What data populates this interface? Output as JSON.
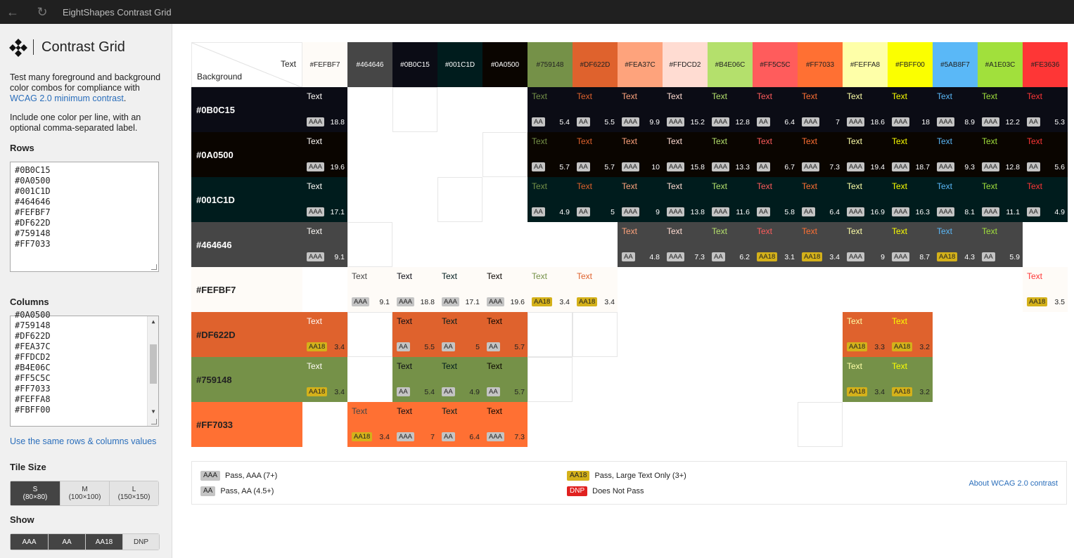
{
  "window": {
    "title": "EightShapes Contrast Grid",
    "back_icon": "←",
    "refresh_icon": "↻"
  },
  "sidebar": {
    "app_title": "Contrast Grid",
    "intro_pre": "Test many foreground and background color combos for compliance with ",
    "intro_link": "WCAG 2.0 minimum contrast",
    "intro_post": ".",
    "intro2": "Include one color per line, with an optional comma-separated label.",
    "rows_label": "Rows",
    "rows_values": [
      "#0B0C15",
      "#0A0500",
      "#001C1D",
      "#464646",
      "#FEFBF7",
      "#DF622D",
      "#759148",
      "#FF7033"
    ],
    "columns_label": "Columns",
    "columns_values": [
      "#0A0500",
      "#759148",
      "#DF622D",
      "#FEA37C",
      "#FFDCD2",
      "#B4E06C",
      "#FF5C5C",
      "#FF7033",
      "#FEFFA8",
      "#FBFF00"
    ],
    "same_values_link": "Use the same rows & columns values",
    "tile_size_label": "Tile Size",
    "tile_sizes": [
      {
        "label": "S",
        "sub": "(80×80)",
        "active": true
      },
      {
        "label": "M",
        "sub": "(100×100)",
        "active": false
      },
      {
        "label": "L",
        "sub": "(150×150)",
        "active": false
      }
    ],
    "show_label": "Show",
    "show_options": [
      {
        "label": "AAA",
        "active": true
      },
      {
        "label": "AA",
        "active": true
      },
      {
        "label": "AA18",
        "active": true
      },
      {
        "label": "DNP",
        "active": false
      }
    ]
  },
  "grid": {
    "corner_text": "Text",
    "corner_background": "Background",
    "tile_text": "Text",
    "columns": [
      "#FEFBF7",
      "#464646",
      "#0B0C15",
      "#001C1D",
      "#0A0500",
      "#759148",
      "#DF622D",
      "#FEA37C",
      "#FFDCD2",
      "#B4E06C",
      "#FF5C5C",
      "#FF7033",
      "#FEFFA8",
      "#FBFF00",
      "#5AB8F7",
      "#A1E03C",
      "#FE3636"
    ],
    "column_text_colors": [
      "#222222",
      "#ffffff",
      "#ffffff",
      "#ffffff",
      "#ffffff",
      "#222222",
      "#222222",
      "#222222",
      "#222222",
      "#222222",
      "#222222",
      "#222222",
      "#222222",
      "#222222",
      "#222222",
      "#222222",
      "#222222"
    ],
    "rows": [
      {
        "label": "#0B0C15",
        "text_color": "#ffffff",
        "cells": [
          [
            "AAA",
            "18.8"
          ],
          null,
          null,
          null,
          null,
          [
            "AA",
            "5.4"
          ],
          [
            "AA",
            "5.5"
          ],
          [
            "AAA",
            "9.9"
          ],
          [
            "AAA",
            "15.2"
          ],
          [
            "AAA",
            "12.8"
          ],
          [
            "AA",
            "6.4"
          ],
          [
            "AAA",
            "7"
          ],
          [
            "AAA",
            "18.6"
          ],
          [
            "AAA",
            "18"
          ],
          [
            "AAA",
            "8.9"
          ],
          [
            "AAA",
            "12.2"
          ],
          [
            "AA",
            "5.3"
          ]
        ]
      },
      {
        "label": "#0A0500",
        "text_color": "#ffffff",
        "cells": [
          [
            "AAA",
            "19.6"
          ],
          null,
          null,
          null,
          null,
          [
            "AA",
            "5.7"
          ],
          [
            "AA",
            "5.7"
          ],
          [
            "AAA",
            "10"
          ],
          [
            "AAA",
            "15.8"
          ],
          [
            "AAA",
            "13.3"
          ],
          [
            "AA",
            "6.7"
          ],
          [
            "AAA",
            "7.3"
          ],
          [
            "AAA",
            "19.4"
          ],
          [
            "AAA",
            "18.7"
          ],
          [
            "AAA",
            "9.3"
          ],
          [
            "AAA",
            "12.8"
          ],
          [
            "AA",
            "5.6"
          ]
        ]
      },
      {
        "label": "#001C1D",
        "text_color": "#ffffff",
        "cells": [
          [
            "AAA",
            "17.1"
          ],
          null,
          null,
          null,
          null,
          [
            "AA",
            "4.9"
          ],
          [
            "AA",
            "5"
          ],
          [
            "AAA",
            "9"
          ],
          [
            "AAA",
            "13.8"
          ],
          [
            "AAA",
            "11.6"
          ],
          [
            "AA",
            "5.8"
          ],
          [
            "AA",
            "6.4"
          ],
          [
            "AAA",
            "16.9"
          ],
          [
            "AAA",
            "16.3"
          ],
          [
            "AAA",
            "8.1"
          ],
          [
            "AAA",
            "11.1"
          ],
          [
            "AA",
            "4.9"
          ]
        ]
      },
      {
        "label": "#464646",
        "text_color": "#ffffff",
        "cells": [
          [
            "AAA",
            "9.1"
          ],
          null,
          null,
          null,
          null,
          null,
          null,
          [
            "AA",
            "4.8"
          ],
          [
            "AAA",
            "7.3"
          ],
          [
            "AA",
            "6.2"
          ],
          [
            "AA18",
            "3.1"
          ],
          [
            "AA18",
            "3.4"
          ],
          [
            "AAA",
            "9"
          ],
          [
            "AAA",
            "8.7"
          ],
          [
            "AA18",
            "4.3"
          ],
          [
            "AA",
            "5.9"
          ],
          null
        ]
      },
      {
        "label": "#FEFBF7",
        "text_color": "#222222",
        "cells": [
          null,
          [
            "AAA",
            "9.1"
          ],
          [
            "AAA",
            "18.8"
          ],
          [
            "AAA",
            "17.1"
          ],
          [
            "AAA",
            "19.6"
          ],
          [
            "AA18",
            "3.4"
          ],
          [
            "AA18",
            "3.4"
          ],
          null,
          null,
          null,
          null,
          null,
          null,
          null,
          null,
          null,
          [
            "AA18",
            "3.5"
          ]
        ]
      },
      {
        "label": "#DF622D",
        "text_color": "#222222",
        "cells": [
          [
            "AA18",
            "3.4"
          ],
          null,
          [
            "AA",
            "5.5"
          ],
          [
            "AA",
            "5"
          ],
          [
            "AA",
            "5.7"
          ],
          null,
          null,
          null,
          null,
          null,
          null,
          null,
          [
            "AA18",
            "3.3"
          ],
          [
            "AA18",
            "3.2"
          ],
          null,
          null,
          null
        ]
      },
      {
        "label": "#759148",
        "text_color": "#222222",
        "cells": [
          [
            "AA18",
            "3.4"
          ],
          null,
          [
            "AA",
            "5.4"
          ],
          [
            "AA",
            "4.9"
          ],
          [
            "AA",
            "5.7"
          ],
          null,
          null,
          null,
          null,
          null,
          null,
          null,
          [
            "AA18",
            "3.4"
          ],
          [
            "AA18",
            "3.2"
          ],
          null,
          null,
          null
        ]
      },
      {
        "label": "#FF7033",
        "text_color": "#222222",
        "cells": [
          null,
          [
            "AA18",
            "3.4"
          ],
          [
            "AAA",
            "7"
          ],
          [
            "AA",
            "6.4"
          ],
          [
            "AAA",
            "7.3"
          ],
          null,
          null,
          null,
          null,
          null,
          null,
          null,
          null,
          null,
          null,
          null,
          null
        ]
      }
    ],
    "empty_outlined": [
      [
        0,
        2
      ],
      [
        1,
        4
      ],
      [
        2,
        3
      ],
      [
        3,
        1
      ],
      [
        5,
        1
      ],
      [
        5,
        5
      ],
      [
        5,
        6
      ],
      [
        6,
        5
      ],
      [
        7,
        11
      ]
    ]
  },
  "legend": {
    "items": [
      {
        "badge": "AAA",
        "text": "Pass, AAA (7+)",
        "style": "gray"
      },
      {
        "badge": "AA",
        "text": "Pass, AA (4.5+)",
        "style": "gray"
      },
      {
        "badge": "AA18",
        "text": "Pass, Large Text Only (3+)",
        "style": "gold"
      },
      {
        "badge": "DNP",
        "text": "Does Not Pass",
        "style": "red"
      }
    ],
    "about_link": "About WCAG 2.0 contrast"
  }
}
